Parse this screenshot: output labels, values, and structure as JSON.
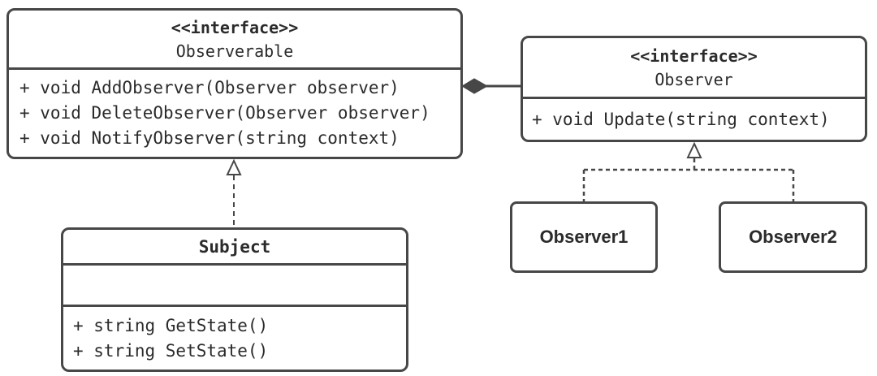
{
  "diagram": {
    "type": "uml-class-diagram",
    "colors": {
      "background": "#ffffff",
      "border": "#474747",
      "text": "#2b2b2b",
      "connector": "#474747"
    },
    "observerable": {
      "stereotype": "<<interface>>",
      "name": "Observerable",
      "methods": [
        "+ void AddObserver(Observer observer)",
        "+ void DeleteObserver(Observer observer)",
        "+ void NotifyObserver(string context)"
      ]
    },
    "observer": {
      "stereotype": "<<interface>>",
      "name": "Observer",
      "methods": [
        "+ void Update(string context)"
      ]
    },
    "subject": {
      "name": "Subject",
      "attributes": [],
      "methods": [
        "+ string GetState()",
        "+ string SetState()"
      ]
    },
    "observer1": {
      "name": "Observer1"
    },
    "observer2": {
      "name": "Observer2"
    },
    "relationships": [
      {
        "type": "aggregation",
        "from": "Observer",
        "to": "Observerable",
        "line": "solid",
        "marker": "filled-diamond"
      },
      {
        "type": "realization",
        "from": "Subject",
        "to": "Observerable",
        "line": "dashed",
        "marker": "hollow-triangle"
      },
      {
        "type": "realization",
        "from": "Observer1",
        "to": "Observer",
        "line": "dashed",
        "marker": "hollow-triangle"
      },
      {
        "type": "realization",
        "from": "Observer2",
        "to": "Observer",
        "line": "dashed",
        "marker": "hollow-triangle"
      }
    ]
  }
}
